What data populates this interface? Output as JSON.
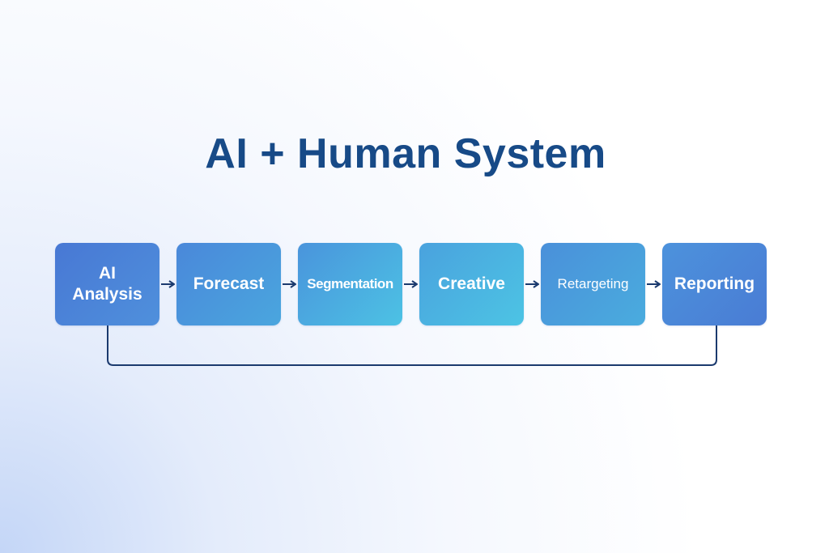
{
  "title": "AI + Human System",
  "steps": [
    {
      "label": "AI Analysis"
    },
    {
      "label": "Forecast"
    },
    {
      "label": "Segmentation"
    },
    {
      "label": "Creative"
    },
    {
      "label": "Retargeting"
    },
    {
      "label": "Reporting"
    }
  ],
  "colors": {
    "title": "#174a87",
    "connector": "#1b3a6e"
  }
}
